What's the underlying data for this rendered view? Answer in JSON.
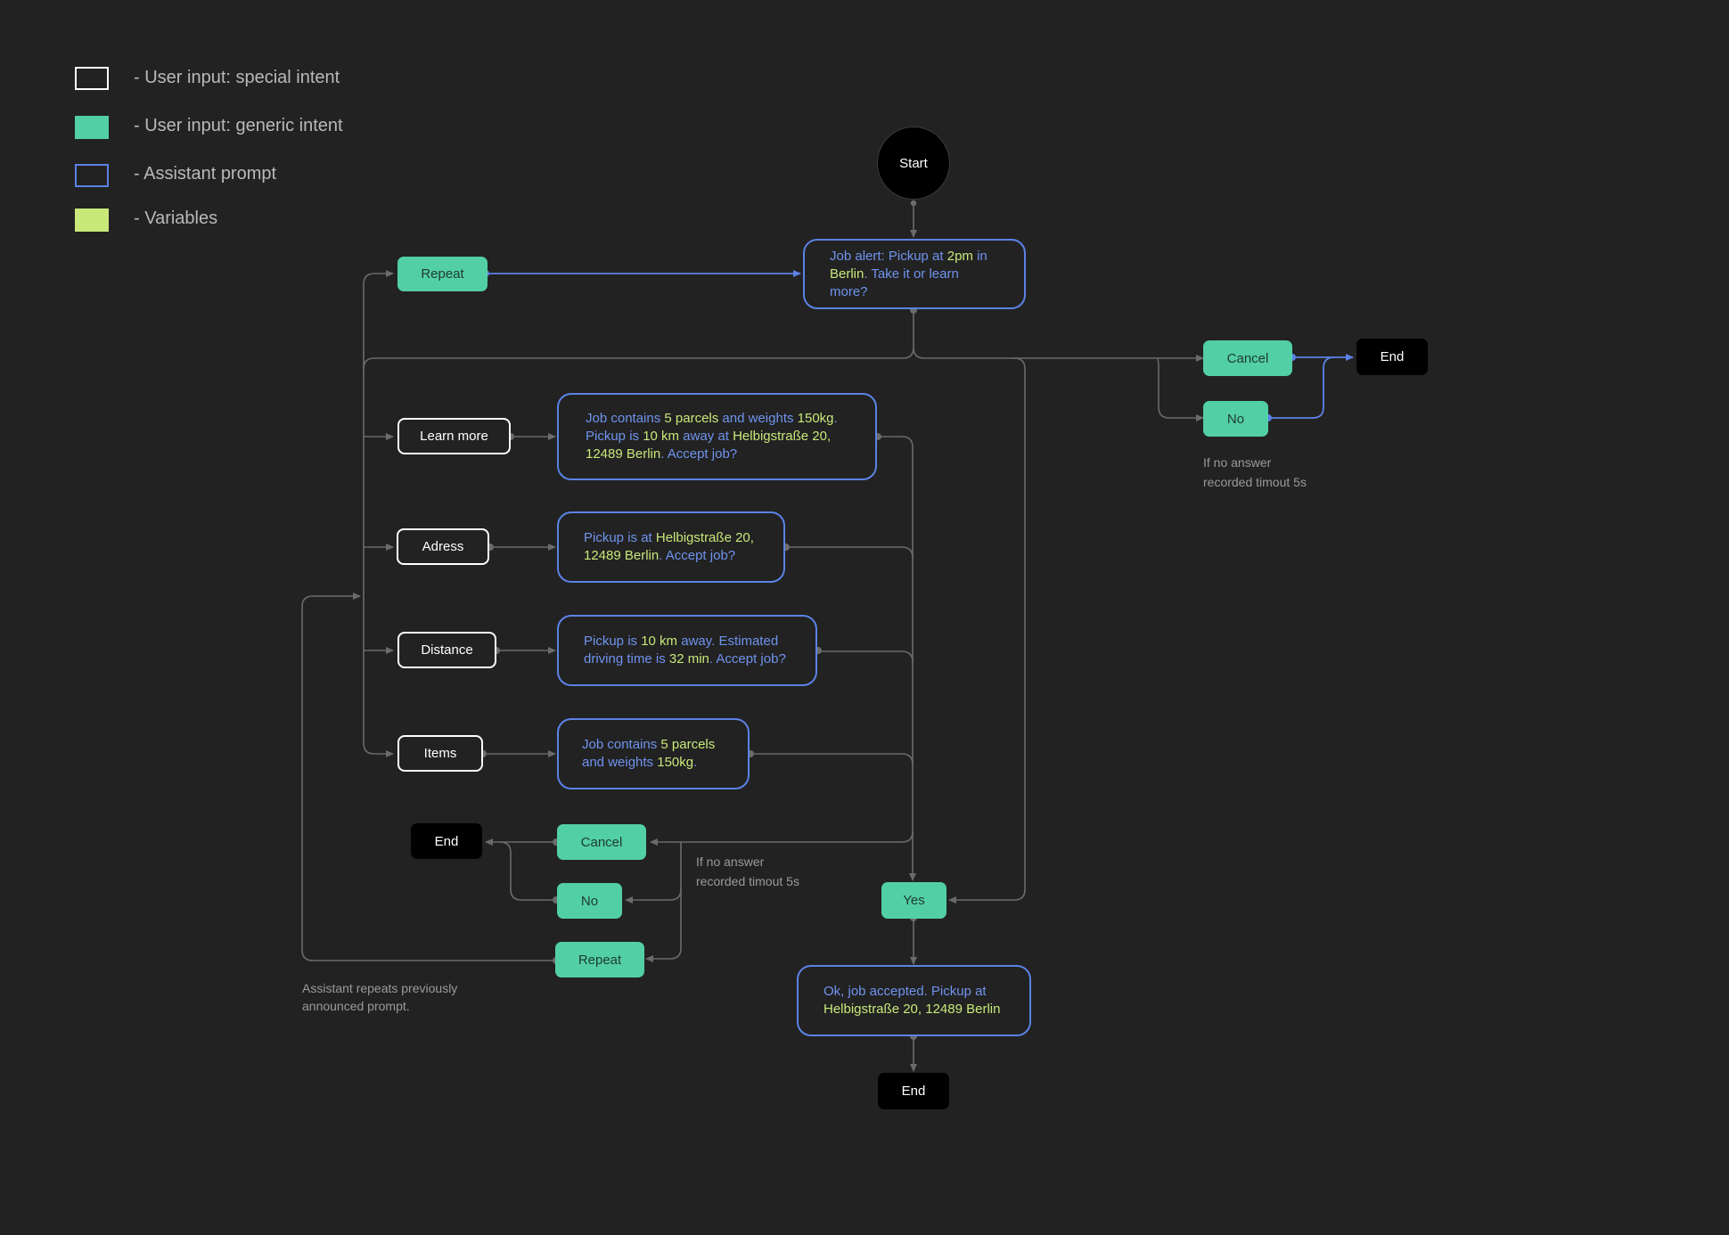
{
  "legend": [
    {
      "label": "- User input: special intent"
    },
    {
      "label": "- User input: generic intent"
    },
    {
      "label": "- Assistant prompt"
    },
    {
      "label": "- Variables"
    }
  ],
  "colors": {
    "background": "#222222",
    "generic_fill": "#52cfa5",
    "prompt_border": "#5b82e6",
    "prompt_text": "#6f93ee",
    "variable": "#c8e87a",
    "wire": "#6b6b6b",
    "wire_active": "#5b82e6"
  },
  "nodes": {
    "start": "Start",
    "repeat_top": "Repeat",
    "learn_more": "Learn more",
    "adress": "Adress",
    "distance": "Distance",
    "items": "Items",
    "cancel_right": "Cancel",
    "no_right": "No",
    "end_right": "End",
    "cancel_bottom": "Cancel",
    "no_bottom": "No",
    "repeat_bottom": "Repeat",
    "end_left": "End",
    "yes": "Yes",
    "end_bottom": "End"
  },
  "prompts": {
    "job_alert": {
      "t1": "Job alert: Pickup at ",
      "v1": "2pm",
      "t2": " in",
      "v2": "Berlin",
      "t3": ". Take it or learn more?"
    },
    "learn_more": {
      "t1": "Job contains ",
      "v1": "5 parcels",
      "t2": " and weights ",
      "v2": "150kg",
      "t3": ".",
      "t4": "Pickup is ",
      "v3": "10 km",
      "t5": " away at ",
      "v4": "Helbigstraße 20,",
      "v5": "12489 Berlin",
      "t6": ". Accept job?"
    },
    "adress": {
      "t1": "Pickup is at ",
      "v1": "Helbigstraße 20,",
      "v2": "12489 Berlin",
      "t2": ". Accept job?"
    },
    "distance": {
      "t1": "Pickup is ",
      "v1": "10 km",
      "t2": " away. Estimated",
      "t3": "driving time is ",
      "v2": "32 min",
      "t4": ". Accept job?"
    },
    "items": {
      "t1": "Job contains ",
      "v1": "5 parcels",
      "t2": "and weights ",
      "v2": "150kg",
      "t3": "."
    },
    "accepted": {
      "t1": "Ok, job accepted. Pickup at",
      "v1": "Helbigstraße 20, 12489 Berlin"
    }
  },
  "notes": {
    "right_timeout_1": "If no answer",
    "right_timeout_2": "recorded timout 5s",
    "mid_timeout_1": "If no answer",
    "mid_timeout_2": "recorded timout 5s",
    "repeat_note_1": "Assistant repeats previously",
    "repeat_note_2": "announced prompt."
  }
}
